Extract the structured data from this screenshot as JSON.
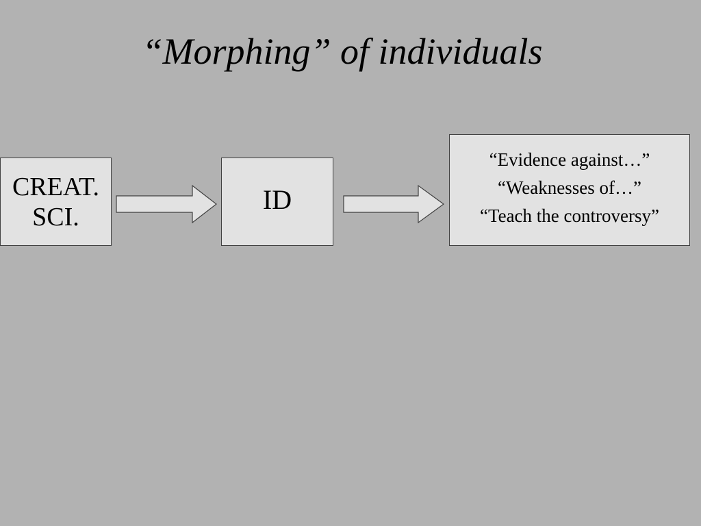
{
  "slide": {
    "title": "“Morphing” of  individuals",
    "background_color": "#b2b2b2",
    "box_fill_color": "#e2e2e2",
    "box_border_color": "#404040"
  },
  "stages": [
    {
      "lines": [
        "CREAT.",
        "SCI."
      ]
    },
    {
      "lines": [
        "ID"
      ]
    },
    {
      "lines": [
        "“Evidence against…”",
        "“Weaknesses of…”",
        "“Teach the controversy”"
      ]
    }
  ],
  "arrows": [
    {
      "from": "CREAT. SCI.",
      "to": "ID"
    },
    {
      "from": "ID",
      "to": "phrases"
    }
  ]
}
